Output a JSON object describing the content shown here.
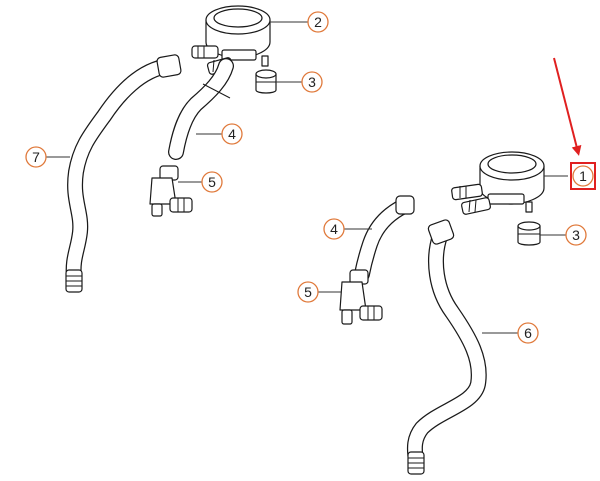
{
  "diagram": {
    "callouts": [
      {
        "id": "left-2",
        "label": "2"
      },
      {
        "id": "left-3",
        "label": "3"
      },
      {
        "id": "left-4",
        "label": "4"
      },
      {
        "id": "left-5",
        "label": "5"
      },
      {
        "id": "left-7",
        "label": "7"
      },
      {
        "id": "right-1",
        "label": "1"
      },
      {
        "id": "right-3",
        "label": "3"
      },
      {
        "id": "right-4",
        "label": "4"
      },
      {
        "id": "right-5",
        "label": "5"
      },
      {
        "id": "right-6",
        "label": "6"
      }
    ],
    "colors": {
      "callout_circle": "#e07a3c",
      "highlight_box": "#e02020",
      "highlight_arrow": "#e02020",
      "line_art": "#1a1a1a"
    }
  }
}
